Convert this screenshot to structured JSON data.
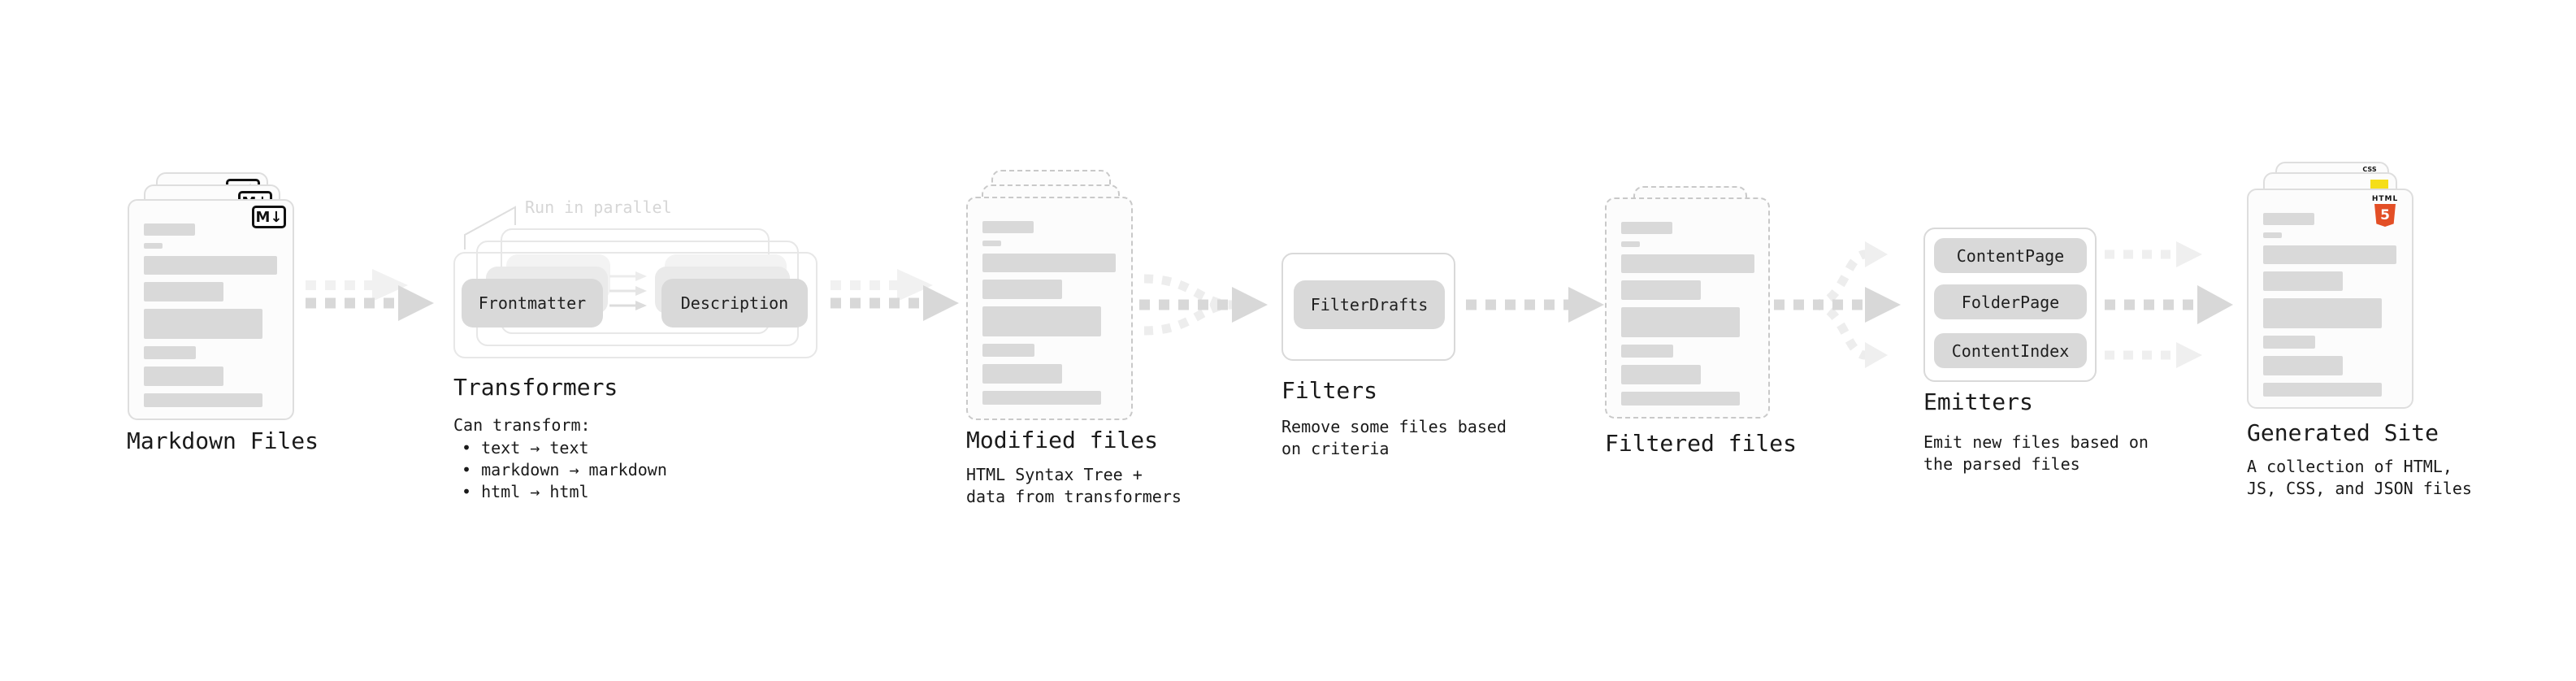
{
  "stages": {
    "markdown_files": {
      "label": "Markdown Files",
      "badge": "M↓"
    },
    "transformers": {
      "annotation": "Run in parallel",
      "pill_left": "Frontmatter",
      "pill_right": "Description",
      "label": "Transformers",
      "desc_heading": "Can transform:",
      "bullets": [
        "• text → text",
        "• markdown → markdown",
        "• html → html"
      ]
    },
    "modified_files": {
      "label": "Modified files",
      "desc": [
        "HTML Syntax Tree +",
        "data from transformers"
      ]
    },
    "filters": {
      "pill": "FilterDrafts",
      "label": "Filters",
      "desc": [
        "Remove some files based",
        "on criteria"
      ]
    },
    "filtered_files": {
      "label": "Filtered files"
    },
    "emitters": {
      "pills": [
        "ContentPage",
        "FolderPage",
        "ContentIndex"
      ],
      "label": "Emitters",
      "desc": [
        "Emit new files based on",
        "the parsed files"
      ]
    },
    "generated_site": {
      "label": "Generated Site",
      "badge_html": "HTML",
      "badge_html_number": "5",
      "badge_css": "CSS",
      "desc": [
        "A collection of HTML,",
        "JS, CSS, and JSON files"
      ]
    }
  },
  "colors": {
    "html5_orange": "#e34f26",
    "js_yellow": "#f5de19",
    "css_blue": "#1b6fc4",
    "markdown_black": "#111111",
    "pill_gray": "#d9d9d9",
    "arrow_gray": "#d8d8d8",
    "arrow_light_gray": "#efefef",
    "card_border": "#dedede",
    "text": "#1a1a1a"
  }
}
